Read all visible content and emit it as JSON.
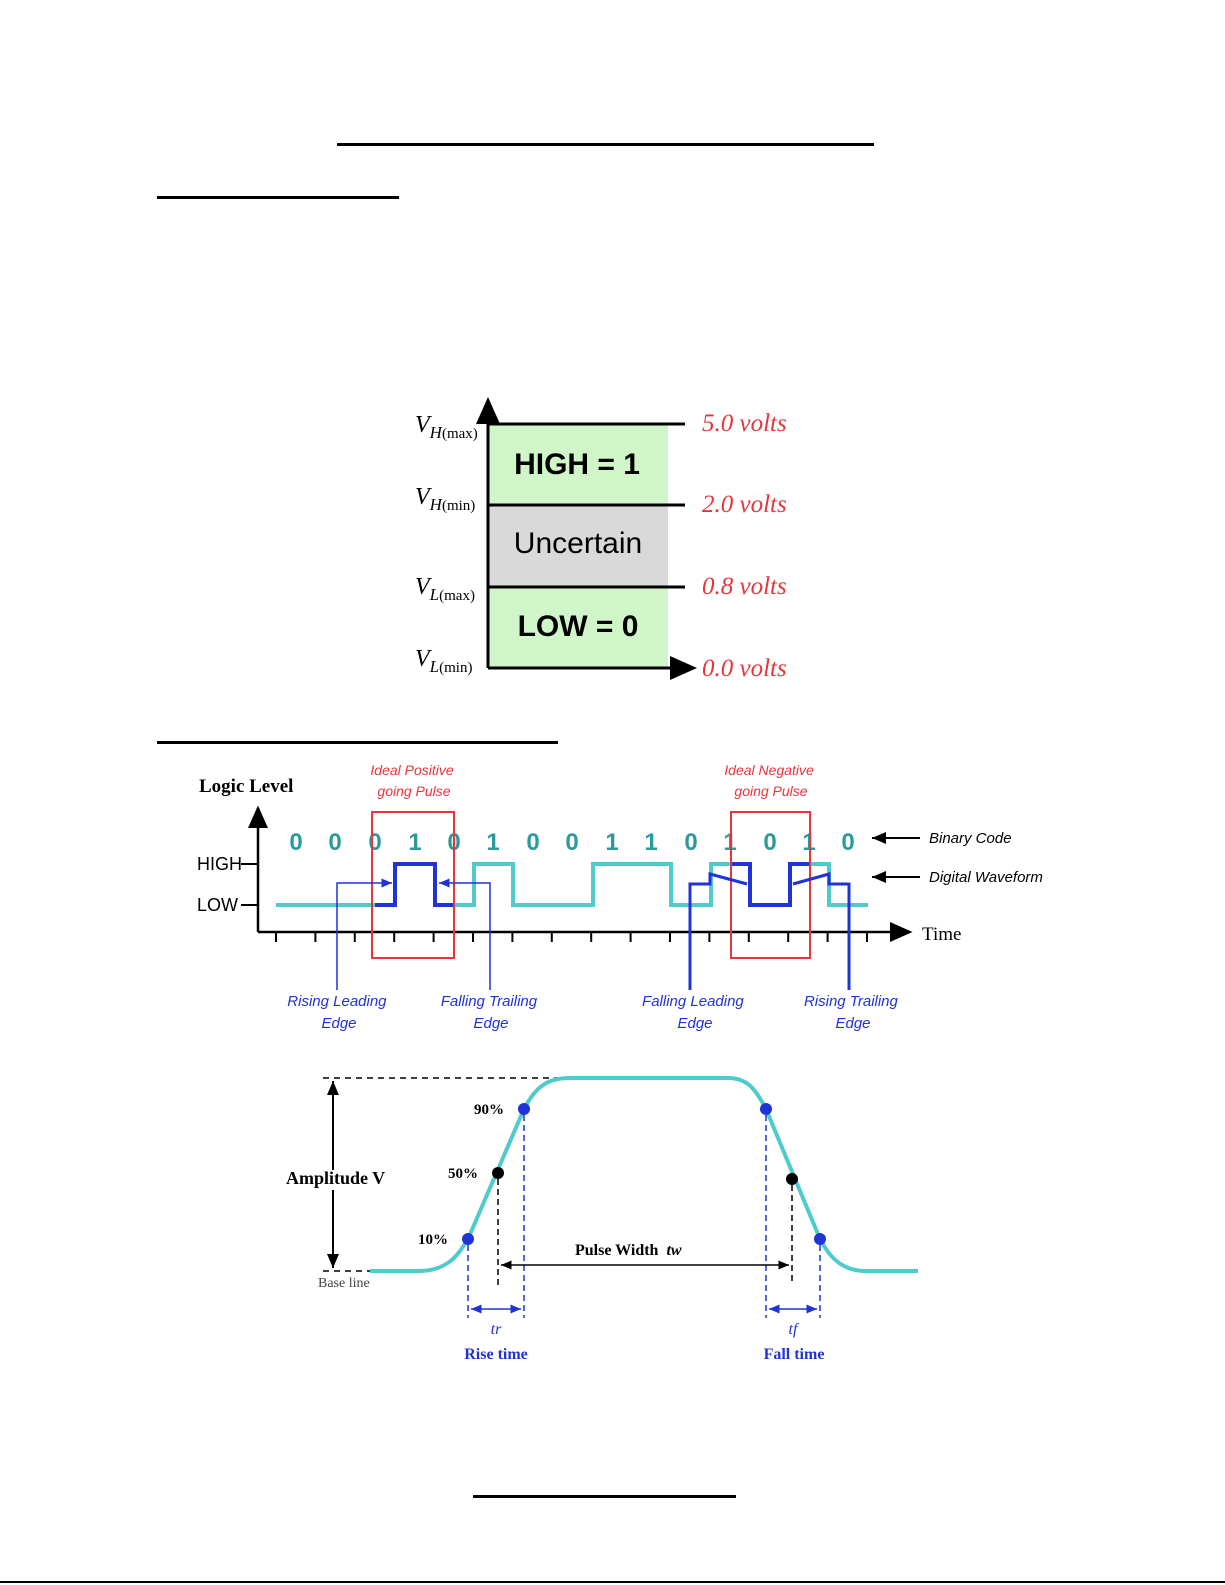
{
  "logic_levels": {
    "levels": [
      {
        "symbol": "V",
        "sub": "H",
        "paren": "(max)",
        "voltage": "5.0 volts"
      },
      {
        "symbol": "V",
        "sub": "H",
        "paren": "(min)",
        "voltage": "2.0 volts"
      },
      {
        "symbol": "V",
        "sub": "L",
        "paren": "(max)",
        "voltage": "0.8 volts"
      },
      {
        "symbol": "V",
        "sub": "L",
        "paren": "(min)",
        "voltage": "0.0 volts"
      }
    ],
    "regions": {
      "high": "HIGH = 1",
      "uncertain": "Uncertain",
      "low": "LOW = 0"
    },
    "colors": {
      "green": "#cff5c8",
      "gray": "#d9d9d9",
      "voltage": "#e8353b"
    }
  },
  "digital_waveform": {
    "y_axis_label": "Logic Level",
    "x_axis_label": "Time",
    "high_label": "HIGH",
    "low_label": "LOW",
    "binary_code": [
      "0",
      "0",
      "0",
      "1",
      "0",
      "1",
      "0",
      "0",
      "1",
      "1",
      "0",
      "1",
      "0",
      "1",
      "0"
    ],
    "annotations": {
      "positive_pulse": [
        "Ideal Positive",
        "going Pulse"
      ],
      "negative_pulse": [
        "Ideal Negative",
        "going Pulse"
      ],
      "binary_code": "Binary Code",
      "digital_waveform": "Digital Waveform",
      "rising_leading": [
        "Rising Leading",
        "Edge"
      ],
      "falling_trailing": [
        "Falling Trailing",
        "Edge"
      ],
      "falling_leading": [
        "Falling Leading",
        "Edge"
      ],
      "rising_trailing": [
        "Rising Trailing",
        "Edge"
      ]
    },
    "colors": {
      "waveform": "#4fcbcb",
      "bits": "#2b9a9a",
      "pulse": "#1f33d6",
      "box": "#e8353b"
    }
  },
  "pulse": {
    "amplitude_label": "Amplitude V",
    "base_line": "Base line",
    "percent_labels": [
      "90%",
      "50%",
      "10%"
    ],
    "pulse_width": "Pulse Width",
    "pulse_width_symbol": "tw",
    "rise_symbol": "tr",
    "fall_symbol": "tf",
    "rise_time": "Rise time",
    "fall_time": "Fall time",
    "colors": {
      "curve": "#4fcbcb",
      "marker": "#1f33d6",
      "label": "#1f33d6"
    }
  }
}
